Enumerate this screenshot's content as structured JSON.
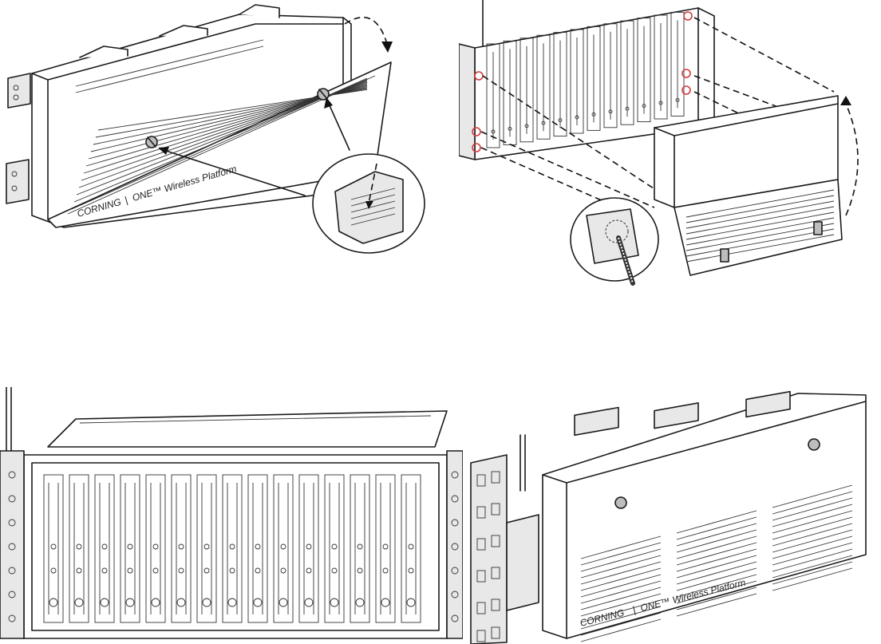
{
  "panels": [
    {
      "id": "panel-1",
      "brand_left": "CORNING",
      "brand_sep": "|",
      "brand_right": "ONE™ Wireless Platform"
    },
    {
      "id": "panel-2"
    },
    {
      "id": "panel-3"
    },
    {
      "id": "panel-4",
      "brand_left": "CORNING",
      "brand_sep": "|",
      "brand_right": "ONE™ Wireless Platform"
    }
  ]
}
